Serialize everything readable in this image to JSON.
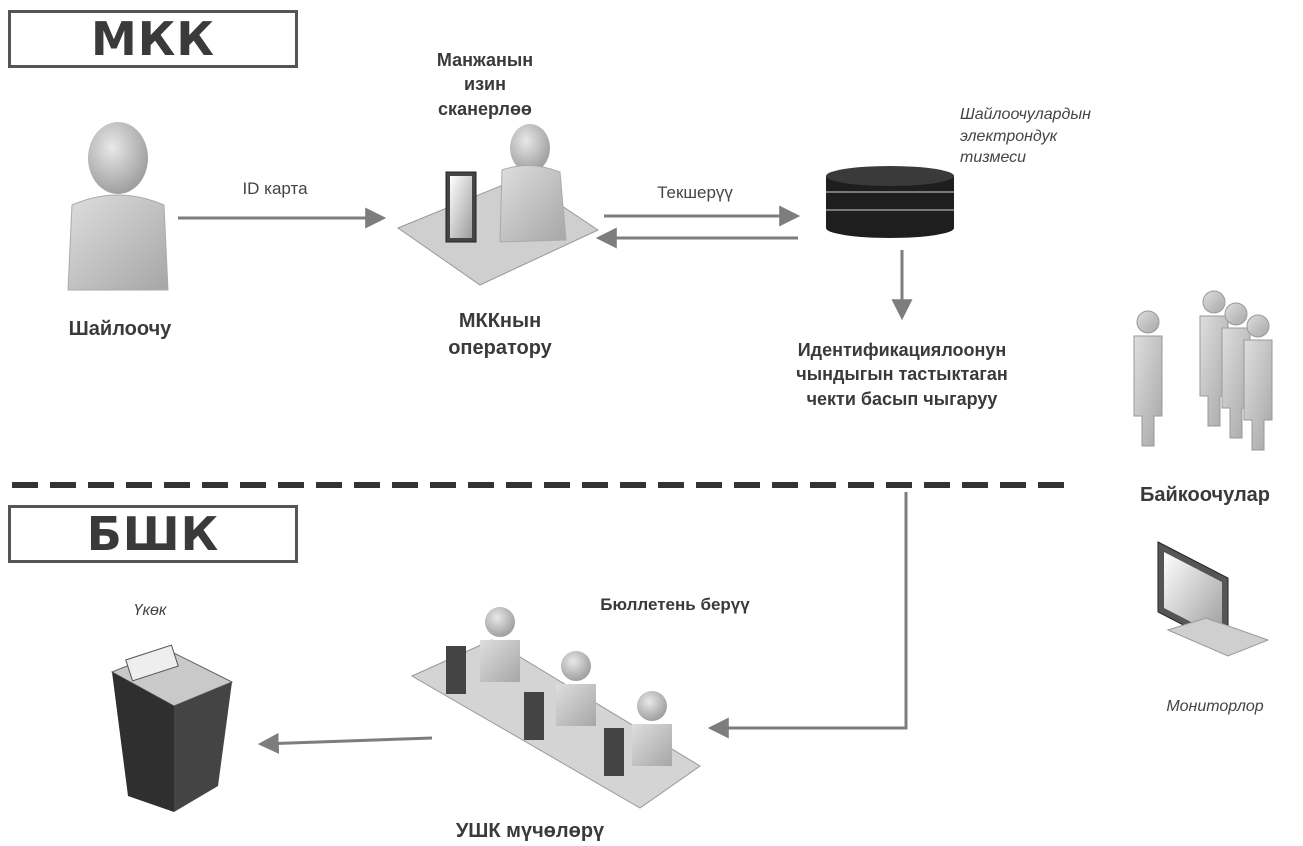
{
  "sections": {
    "top_title": "МКК",
    "bottom_title": "БШК"
  },
  "nodes": {
    "voter": "Шайлоочу",
    "operator": "МККнын\nоператору",
    "fingerprint": "Манжанын\nизин\nсканерлөө",
    "voter_list": "Шайлоочулардын\nэлектрондук\nтизмеси",
    "print_check": "Идентификациялоонун\nчындыгын тастыктаган\nчекти басып чыгаруу",
    "observers": "Байкоочулар",
    "monitors": "Мониторлор",
    "ballot_box": "Үкөк",
    "commission_members": "УШК мүчөлөрү"
  },
  "edges": {
    "id_card": "ID карта",
    "verification": "Текшерүү",
    "ballot_issue": "Бюллетень берүү"
  },
  "colors": {
    "arrow": "#7d7d7d",
    "figure": "#b8b8b8",
    "dark": "#2a2a2a"
  }
}
